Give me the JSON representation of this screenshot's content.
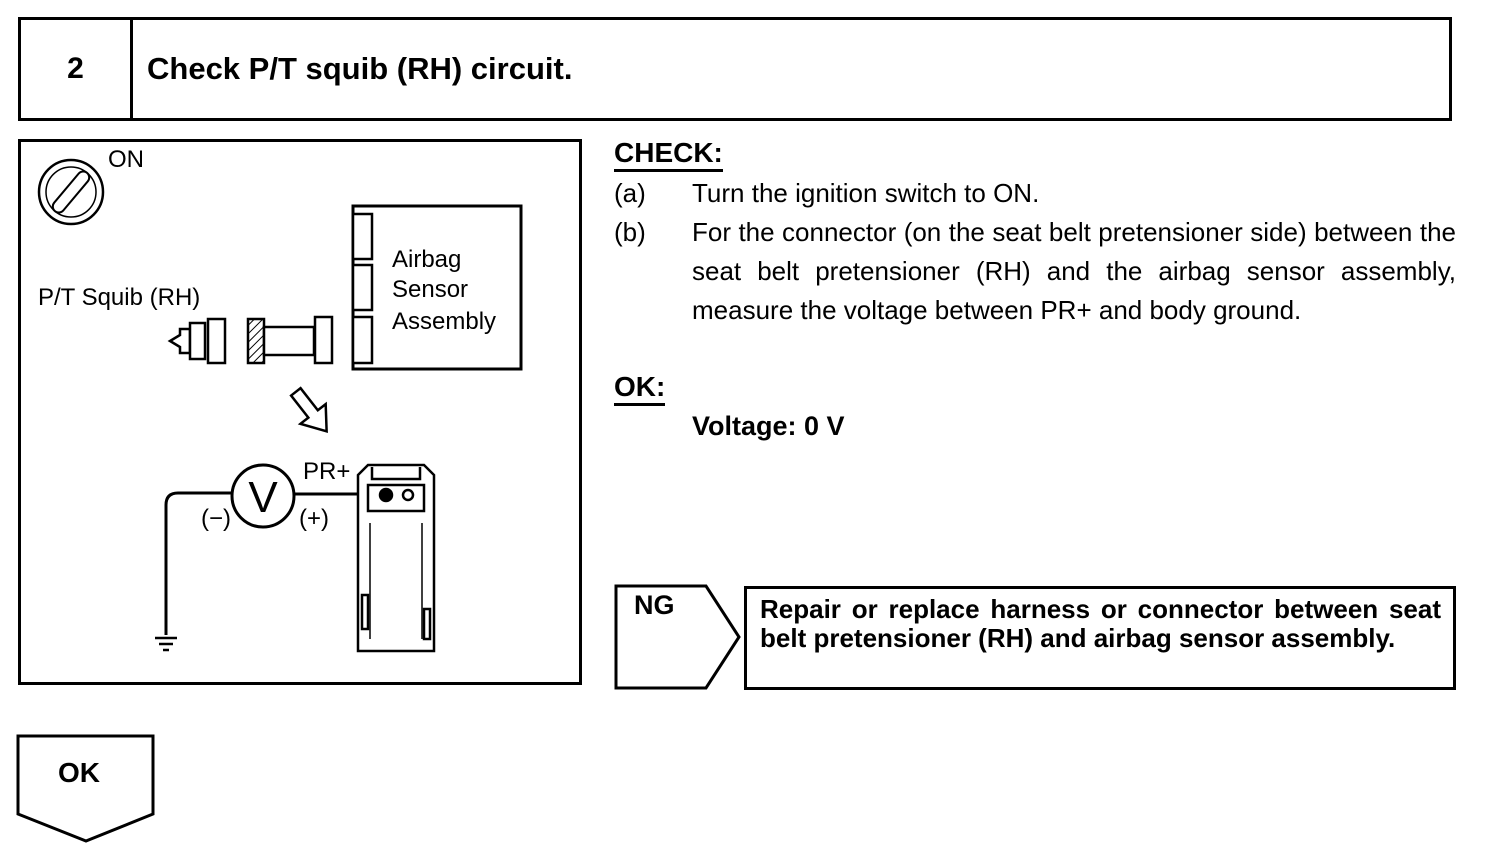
{
  "step": {
    "number": "2",
    "title": "Check P/T squib (RH) circuit."
  },
  "illustration": {
    "ignition_label": "ON",
    "squib_label": "P/T Squib (RH)",
    "sensor_label_lines": [
      "Airbag",
      "Sensor",
      "Assembly"
    ],
    "voltmeter_symbol": "V",
    "terminal_label": "PR+",
    "negative_label": "(−)",
    "positive_label": "(+)"
  },
  "check": {
    "heading": "CHECK:",
    "steps": [
      {
        "letter": "(a)",
        "text": "Turn the ignition switch to ON."
      },
      {
        "letter": "(b)",
        "text": "For the connector (on the seat belt pretensioner side) between the seat belt pretensioner (RH) and the airbag sensor assembly, measure the voltage between PR+ and body ground."
      }
    ]
  },
  "ok": {
    "heading": "OK:",
    "value": "Voltage: 0 V"
  },
  "ng": {
    "label": "NG",
    "action": "Repair or replace harness or connector between seat belt pretensioner (RH) and airbag sensor assembly."
  },
  "next": {
    "label": "OK"
  }
}
